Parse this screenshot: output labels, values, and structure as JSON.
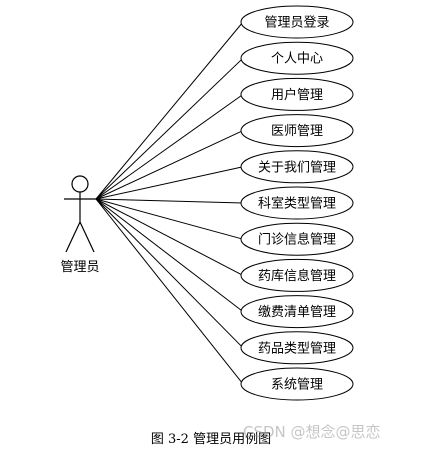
{
  "actor": {
    "label": "管理员"
  },
  "use_cases": [
    "管理员登录",
    "个人中心",
    "用户管理",
    "医师管理",
    "关于我们管理",
    "科室类型管理",
    "门诊信息管理",
    "药库信息管理",
    "缴费清单管理",
    "药品类型管理",
    "系统管理"
  ],
  "caption": "图 3-2  管理员用例图",
  "watermark": "CSDN @想念@思恋"
}
